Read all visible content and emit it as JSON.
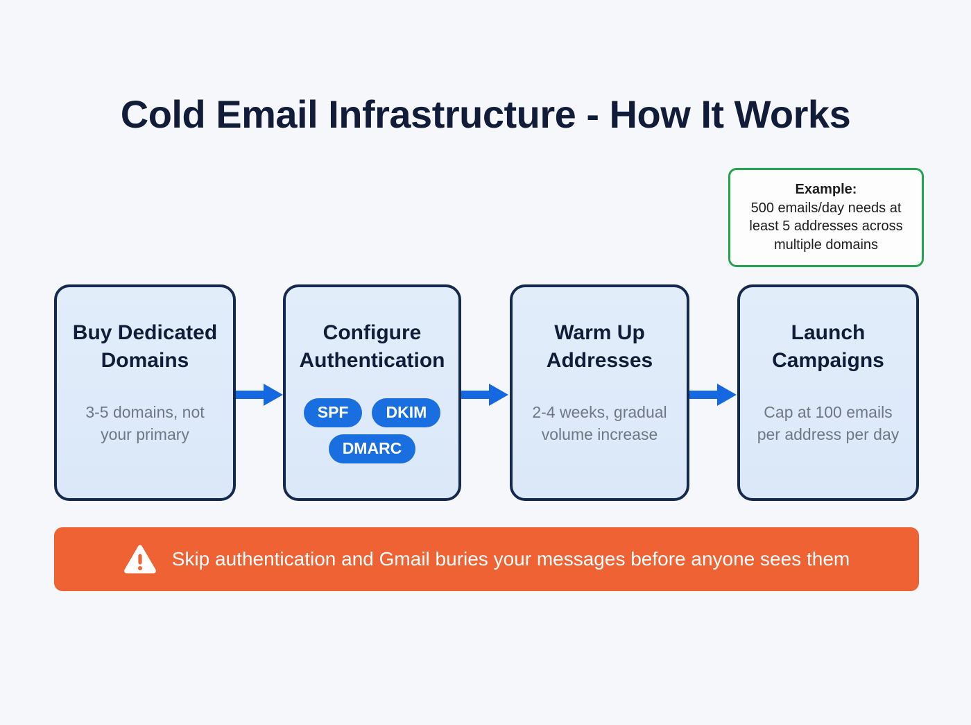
{
  "page": {
    "title": "Cold Email Infrastructure - How It Works",
    "background_color": "#f5f7fa"
  },
  "colors": {
    "title_text": "#111c38",
    "card_fill": "#dde9f7",
    "card_border": "#15294e",
    "card_title_text": "#101d38",
    "card_sub_text": "#6f7782",
    "badge_blue": "#1a6fe0",
    "arrow_blue": "#1668e0",
    "example_border_green": "#24a44e",
    "example_fill": "#fdfdfd",
    "warning_orange": "#ee6234",
    "warning_text": "#ffffff"
  },
  "example_callout": {
    "icon": "none",
    "label": "Example:",
    "text": "500 emails/day needs at least 5 addresses across multiple domains"
  },
  "flow": {
    "arrow_icon": "arrow-right-icon",
    "steps": [
      {
        "title": "Buy Dedicated Domains",
        "subtitle": "3-5 domains, not your primary",
        "badges": []
      },
      {
        "title": "Configure Authentication",
        "subtitle": "",
        "badges": [
          "SPF",
          "DKIM",
          "DMARC"
        ]
      },
      {
        "title": "Warm Up Addresses",
        "subtitle": "2-4 weeks, gradual volume increase",
        "badges": []
      },
      {
        "title": "Launch Campaigns",
        "subtitle": "Cap at 100 emails per address per day",
        "badges": []
      }
    ]
  },
  "warning": {
    "icon": "warning-triangle-icon",
    "text": "Skip authentication and Gmail buries your messages before anyone sees them"
  }
}
